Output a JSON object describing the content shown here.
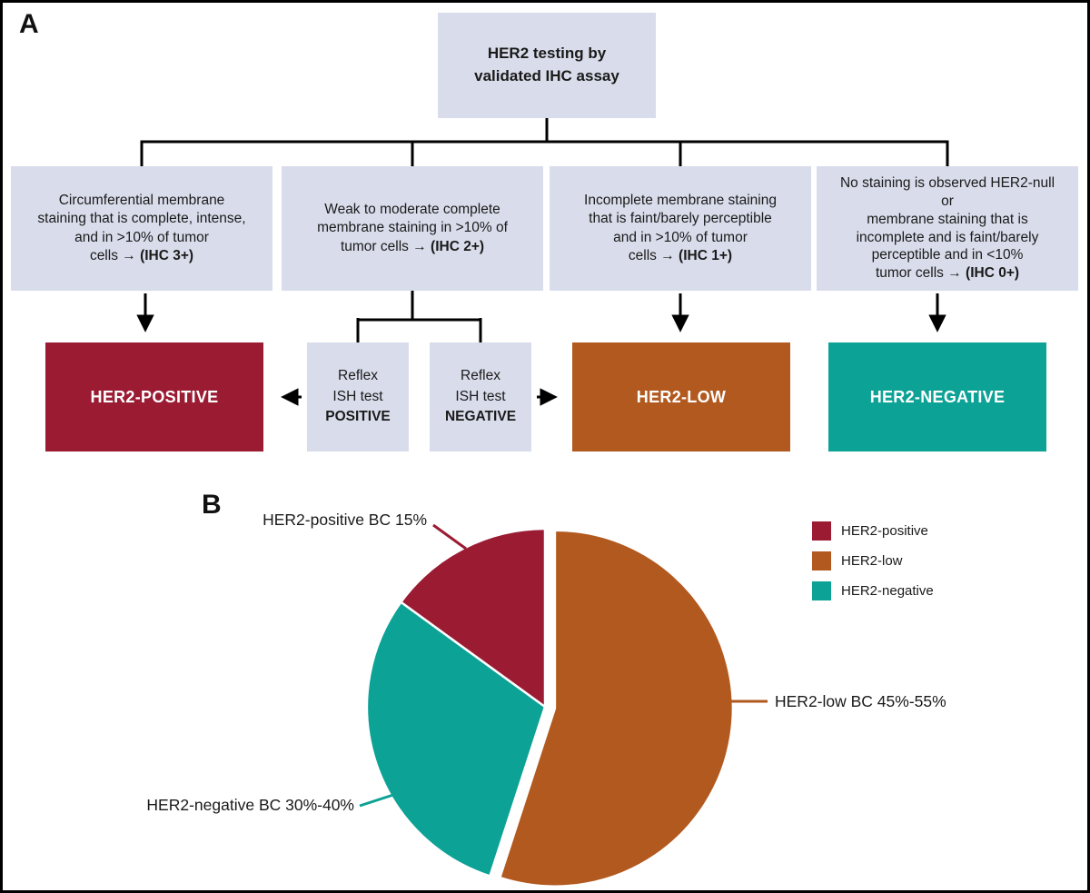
{
  "figure": {
    "panel_a_label": "A",
    "panel_b_label": "B",
    "box_bg": "#D9DDEB",
    "line_color": "#000000"
  },
  "flowchart": {
    "root": {
      "text": "HER2 testing by\nvalidated IHC assay"
    },
    "criteria": [
      {
        "text": "Circumferential membrane\nstaining that is complete, intense,\nand in >10% of tumor\ncells → ",
        "bold": "(IHC 3+)"
      },
      {
        "text": "Weak to moderate complete\nmembrane staining in >10% of\ntumor cells → ",
        "bold": "(IHC 2+)"
      },
      {
        "text": "Incomplete membrane staining\nthat is faint/barely perceptible\nand in >10% of tumor\ncells → ",
        "bold": "(IHC 1+)"
      },
      {
        "text": "No staining is observed HER2-null\nor\nmembrane staining that is\nincomplete and is faint/barely\nperceptible and in <10%\ntumor cells → ",
        "bold": "(IHC 0+)"
      }
    ],
    "reflex": [
      {
        "text": "Reflex\nISH test\n",
        "bold": "POSITIVE"
      },
      {
        "text": "Reflex\nISH test\n",
        "bold": "NEGATIVE"
      }
    ],
    "outcomes": [
      {
        "label": "HER2-POSITIVE",
        "color": "#9B1B33"
      },
      {
        "label": "HER2-LOW",
        "color": "#B2591F"
      },
      {
        "label": "HER2-NEGATIVE",
        "color": "#0CA295"
      }
    ]
  },
  "chart_data": {
    "type": "pie",
    "title": "",
    "direction": "clockwise",
    "start_angle_deg": 0,
    "slices": [
      {
        "label": "HER2-low",
        "value": 55,
        "color": "#B2591F",
        "exploded": true,
        "callout": "HER2-low BC 45%-55%"
      },
      {
        "label": "HER2-negative",
        "value": 30,
        "color": "#0CA295",
        "exploded": false,
        "callout": "HER2-negative BC 30%-40%"
      },
      {
        "label": "HER2-positive",
        "value": 15,
        "color": "#9B1B33",
        "exploded": false,
        "callout": "HER2-positive BC 15%"
      }
    ],
    "legend": [
      {
        "label": "HER2-positive",
        "color": "#9B1B33"
      },
      {
        "label": "HER2-low",
        "color": "#B2591F"
      },
      {
        "label": "HER2-negative",
        "color": "#0CA295"
      }
    ],
    "legend_position": "top-right"
  }
}
